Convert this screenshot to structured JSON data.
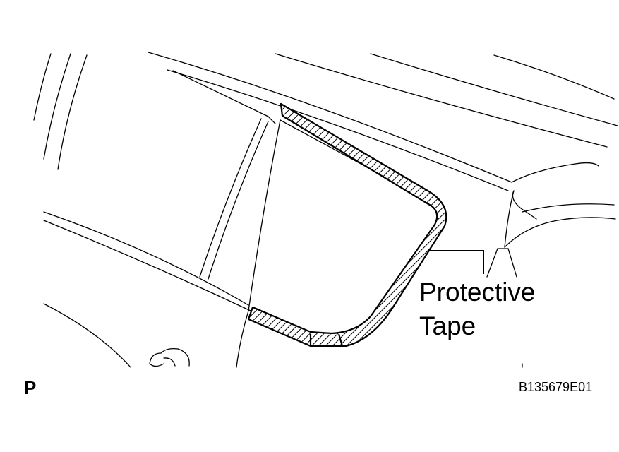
{
  "callout": {
    "line1": "Protective",
    "line2": "Tape"
  },
  "corner_mark": "P",
  "figure_code": "B135679E01",
  "colors": {
    "ink": "#000000",
    "background": "#ffffff"
  }
}
